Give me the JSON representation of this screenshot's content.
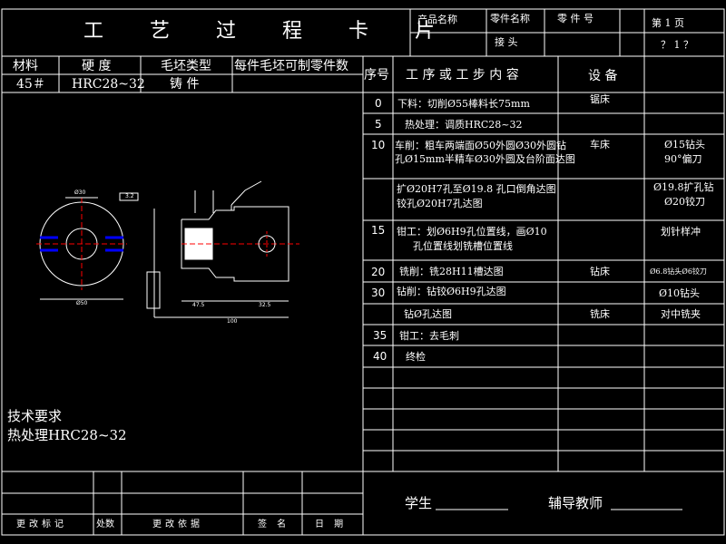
{
  "header": {
    "title": "工 艺 过 程 卡 片",
    "product_name_label": "产品名称",
    "part_name_label": "零件名称",
    "part_name_value": "接  头",
    "part_no_label": "零  件  号",
    "page_label": "第  1  页",
    "page_total": "？ 1 ？"
  },
  "material_block": {
    "material_label": "材料",
    "material_value": "45＃",
    "hardness_label": "硬  度",
    "hardness_value": "HRC28~32",
    "blank_type_label": "毛坯类型",
    "blank_type_value": "铸  件",
    "parts_per_blank_label": "每件毛坯可制零件数"
  },
  "process_header": {
    "seq_label": "序号",
    "content_label": "工 序 或 工 步 内 容",
    "equipment_label": "设 备"
  },
  "process_rows": [
    {
      "seq": "0",
      "content": "下料：切削Ø55棒料长75mm",
      "content2": "",
      "equipment": "锯床",
      "tool": "",
      "tool2": ""
    },
    {
      "seq": "5",
      "content": "热处理：调质HRC28~32",
      "content2": "",
      "equipment": "",
      "tool": "",
      "tool2": ""
    },
    {
      "seq": "10",
      "content": "车削：粗车两端面Ø50外圆Ø30外圆钻",
      "content2": "孔Ø15mm半精车Ø30外圆及台阶面达图",
      "equipment": "车床",
      "tool": "Ø15钻头",
      "tool2": "90°偏刀"
    },
    {
      "seq": "",
      "content": "扩Ø20H7孔至Ø19.8 孔口倒角达图",
      "content2": "铰孔Ø20H7孔达图",
      "equipment": "",
      "tool": "Ø19.8扩孔钻",
      "tool2": "Ø20铰刀"
    },
    {
      "seq": "15",
      "content": "钳工：划Ø6H9孔位置线，画Ø10",
      "content2": "孔位置线划铣槽位置线",
      "equipment": "",
      "tool": "划针样冲",
      "tool2": ""
    },
    {
      "seq": "20",
      "content": "铣削：铣28H11槽达图",
      "content2": "",
      "equipment": "钻床",
      "tool": "Ø6.8钻头Ø6铰刀",
      "tool2": ""
    },
    {
      "seq": "30",
      "content": "钻削：钻铰Ø6H9孔达图",
      "content2": "",
      "equipment": "",
      "tool": "Ø10钻头",
      "tool2": ""
    },
    {
      "seq": "",
      "content": "钻Ø孔达图",
      "content2": "",
      "equipment": "铣床",
      "tool": "对中铣夹",
      "tool2": ""
    },
    {
      "seq": "35",
      "content": "钳工：去毛刺",
      "content2": "",
      "equipment": "",
      "tool": "",
      "tool2": ""
    },
    {
      "seq": "40",
      "content": "终检",
      "content2": "",
      "equipment": "",
      "tool": "",
      "tool2": ""
    }
  ],
  "tech_requirements": {
    "title": "技术要求",
    "heat_treatment": "热处理HRC28~32"
  },
  "footer": {
    "change_mark": "更改标记",
    "count": "处数",
    "change_basis": "更改依据",
    "signature": "签  名",
    "date": "日  期",
    "student_label": "学生",
    "advisor_label": "辅导教师"
  },
  "drawing_labels": {
    "dia_a": "Ø50",
    "dia_b": "Ø30",
    "len_a": "47.5",
    "len_b": "32.5",
    "len_total": "100",
    "roughness": "3.2"
  }
}
